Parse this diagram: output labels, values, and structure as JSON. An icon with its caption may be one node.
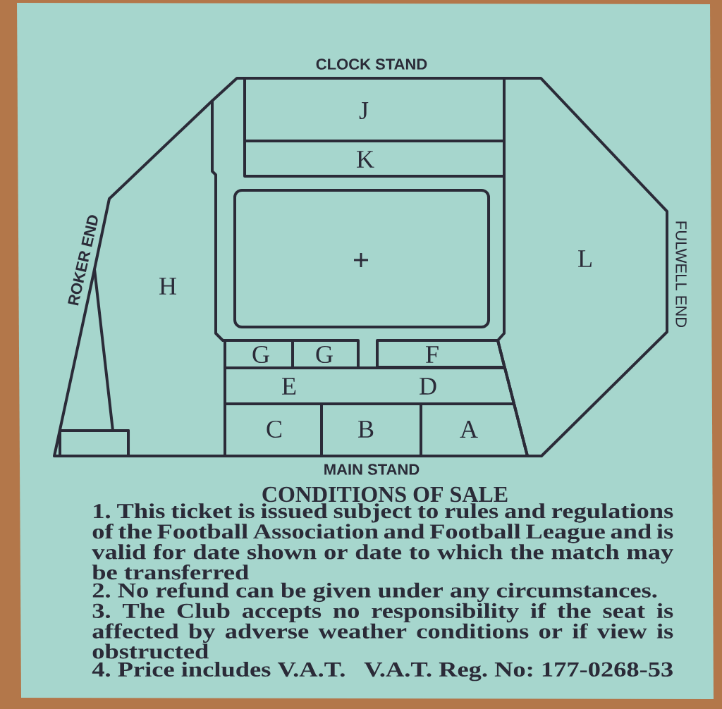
{
  "diagram": {
    "nodes": [
      {
        "text": [
          "J"
        ]
      },
      {
        "text": [
          "K"
        ]
      },
      {
        "text": [],
        "shape": "box"
      },
      {
        "text": [
          "H"
        ]
      },
      {
        "text": [
          "L"
        ]
      },
      {
        "text": [
          "G"
        ]
      },
      {
        "text": [
          "G"
        ]
      },
      {
        "text": [
          "F"
        ]
      },
      {
        "text": [
          "E",
          "D"
        ]
      },
      {
        "text": [
          "C"
        ]
      },
      {
        "text": [
          "B"
        ]
      },
      {
        "text": [
          "A"
        ]
      },
      {
        "text": [],
        "shape": "box"
      }
    ],
    "labels": [
      "CLOCK STAND",
      "ROKER END",
      "FULWELL END",
      "MAIN STAND",
      "CONDITIONS OF SALE",
      "1. This ticket is issued subject to rules and regulations of the Football Association and Football League and is valid for date shown or date to which the match may be transferred",
      "2. No refund can be given under any circumstances.",
      "3. The Club accepts no responsibility if the seat is affected by adverse weather conditions or if view is obstructed",
      "4. Price includes V.A.T.",
      "V.A.T. Reg. No: 177-0268-53"
    ]
  }
}
